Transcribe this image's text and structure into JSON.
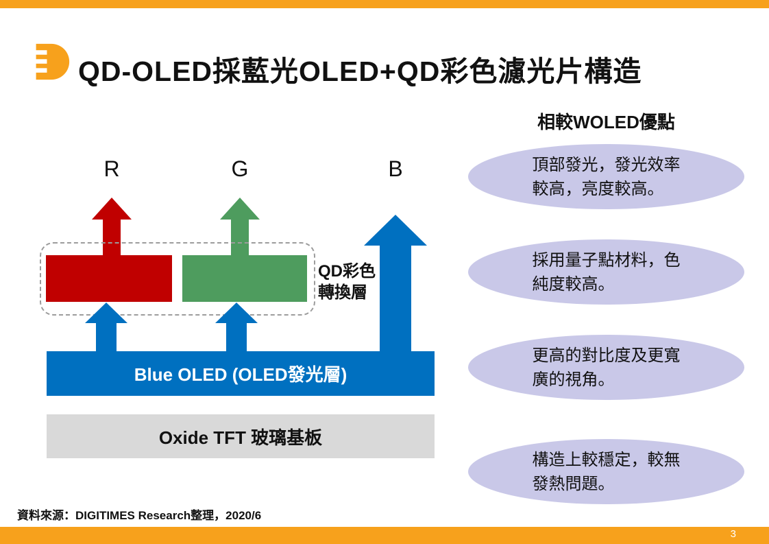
{
  "page": {
    "title": "QD-OLED採藍光OLED+QD彩色濾光片構造",
    "source": "資料來源：DIGITIMES Research整理，2020/6",
    "page_number": "3",
    "accent_color": "#F7A11C"
  },
  "benefits": {
    "heading": "相較WOLED優點",
    "bubble_color": "#C9C8E8",
    "items": [
      {
        "line1": "頂部發光，發光效率",
        "line2": "較高，亮度較高。"
      },
      {
        "line1": "採用量子點材料，色",
        "line2": "純度較高。"
      },
      {
        "line1": "更高的對比度及更寬",
        "line2": "廣的視角。"
      },
      {
        "line1": "構造上較穩定，較無",
        "line2": "發熱問題。"
      }
    ]
  },
  "diagram": {
    "pixel_labels": {
      "r": "R",
      "g": "G",
      "b": "B"
    },
    "qd_layer_label": {
      "line1": "QD彩色",
      "line2": "轉換層"
    },
    "blue_oled_label": "Blue OLED (OLED發光層)",
    "substrate_label": "Oxide TFT 玻璃基板",
    "colors": {
      "red": "#C00000",
      "green": "#4E9C5E",
      "blue": "#0070C0",
      "substrate": "#D9D9D9"
    }
  }
}
